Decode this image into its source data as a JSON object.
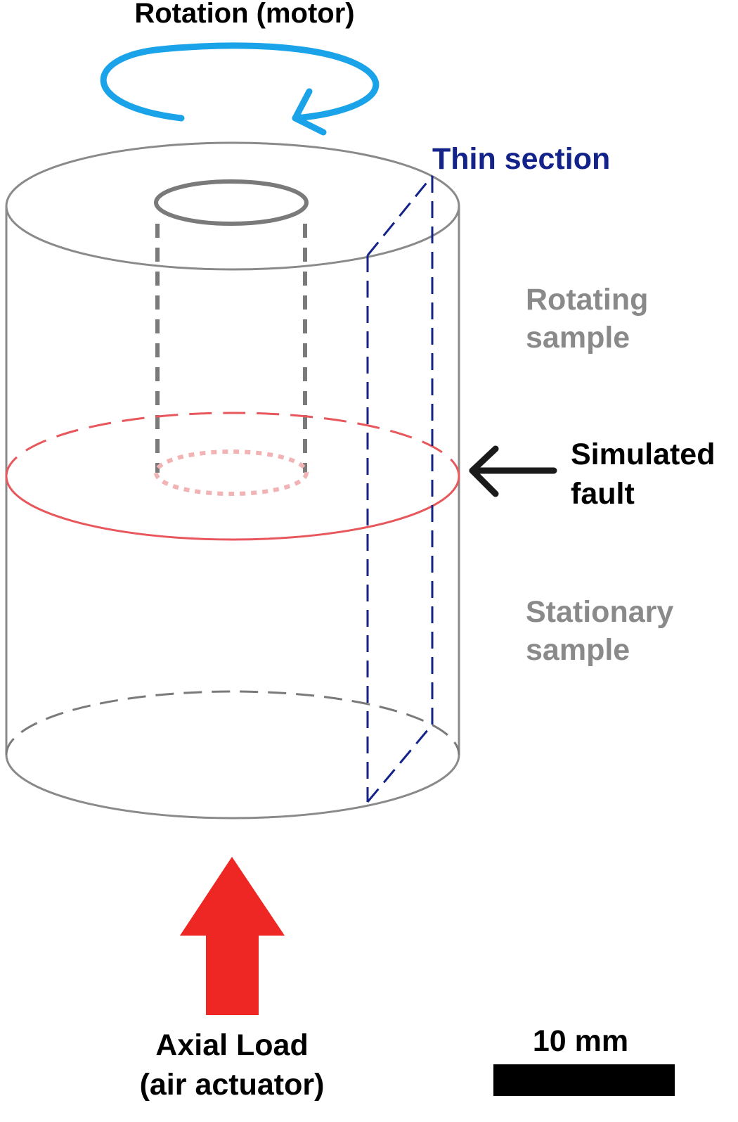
{
  "labels": {
    "rotation": "Rotation (motor)",
    "thin_section": "Thin section",
    "rotating_line1": "Rotating",
    "rotating_line2": "sample",
    "fault_line1": "Simulated",
    "fault_line2": "fault",
    "stationary_line1": "Stationary",
    "stationary_line2": "sample",
    "axial_line1": "Axial Load",
    "axial_line2": "(air actuator)",
    "scale": "10 mm"
  },
  "colors": {
    "rotation_arrow": "#1aa3e8",
    "thin_section": "#13238a",
    "fault": "#e8575c",
    "fault_inner": "#f2b3b5",
    "cylinder": "#8a8a8a",
    "bore": "#7a7a7a",
    "label_gray": "#8a8a8a",
    "label_dark": "#000000",
    "axial_arrow": "#ee2624",
    "scale_bar": "#000000"
  }
}
